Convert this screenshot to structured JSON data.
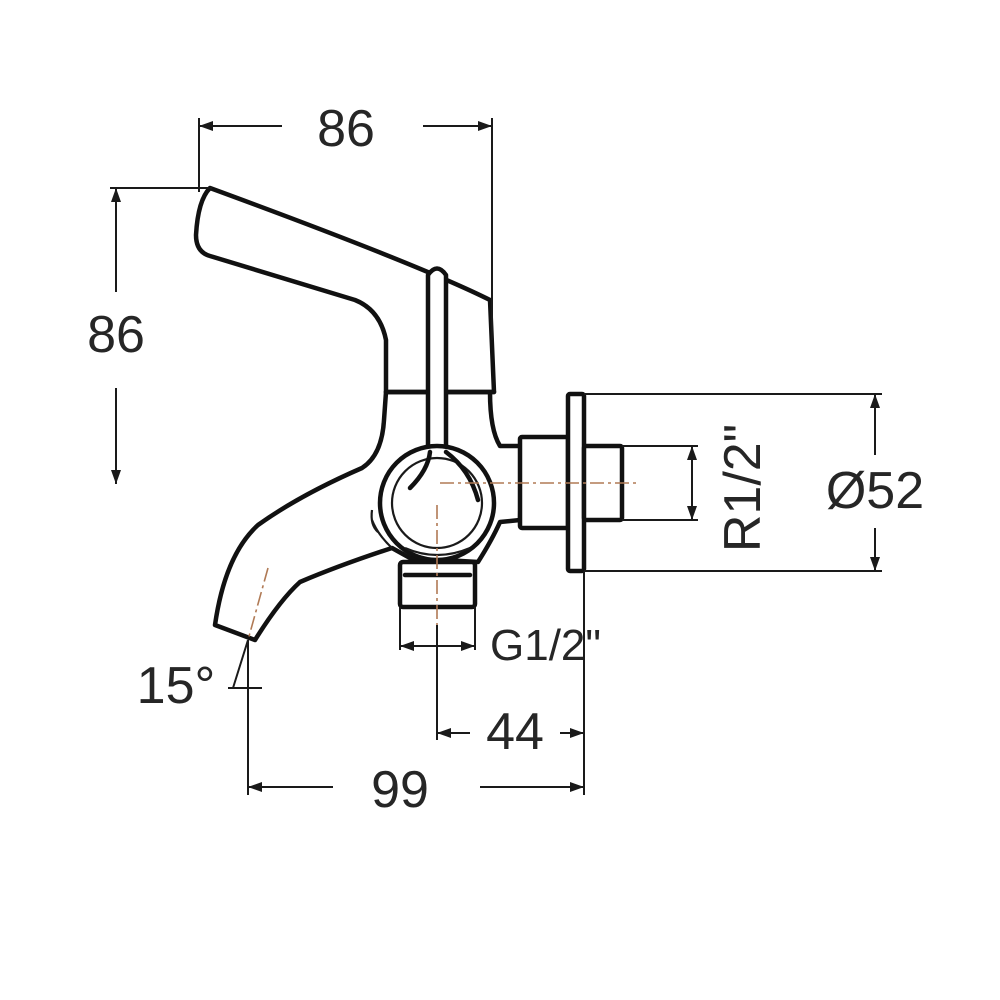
{
  "dimensions": {
    "top_width": "86",
    "left_height": "86",
    "diameter": "Ø52",
    "inlet_thread": "R1/2\"",
    "outlet_thread": "G1/2\"",
    "outlet_offset": "44",
    "spout_reach": "99",
    "spout_angle": "15°"
  },
  "colors": {
    "line": "#111111",
    "centerline": "#b07a55"
  }
}
